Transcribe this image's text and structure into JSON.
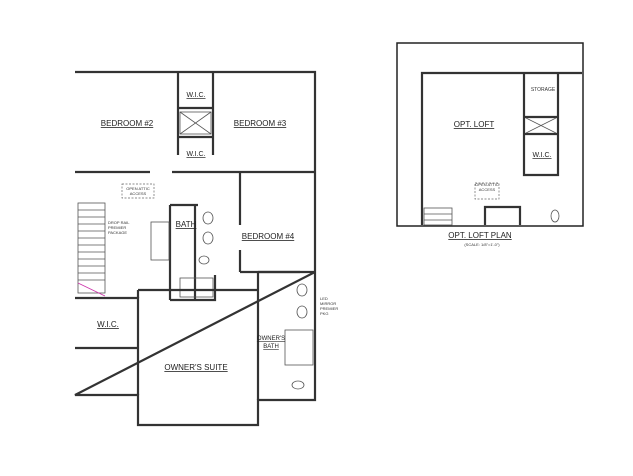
{
  "main_plan": {
    "rooms": {
      "bedroom2": "BEDROOM #2",
      "bedroom3": "BEDROOM #3",
      "wic_top": "W.I.C.",
      "wic_mid": "W.I.C.",
      "bath": "BATH",
      "bedroom4": "BEDROOM #4",
      "wic_owner": "W.I.C.",
      "owners_suite": "OWNER'S SUITE",
      "owners_bath_1": "OWNER'S",
      "owners_bath_2": "BATH"
    },
    "notes": {
      "attic_1": "OPEN ATTIC",
      "attic_2": "ACCESS",
      "rail_1": "DROP RAIL",
      "rail_2": "PREMIER",
      "rail_3": "PACKAGE",
      "mirror_1": "LED",
      "mirror_2": "MIRROR",
      "mirror_3": "PREMIER",
      "mirror_4": "PKG"
    }
  },
  "loft_plan": {
    "rooms": {
      "loft": "OPT. LOFT",
      "storage": "STORAGE",
      "wic": "W.I.C."
    },
    "notes": {
      "attic_1": "OPEN ATTIC",
      "attic_2": "ACCESS"
    },
    "title": "OPT. LOFT PLAN",
    "scale": "(SCALE: 1/8\"=1'-0\")"
  },
  "colors": {
    "walls": "#333333",
    "rail_marker": "#cc33aa"
  }
}
